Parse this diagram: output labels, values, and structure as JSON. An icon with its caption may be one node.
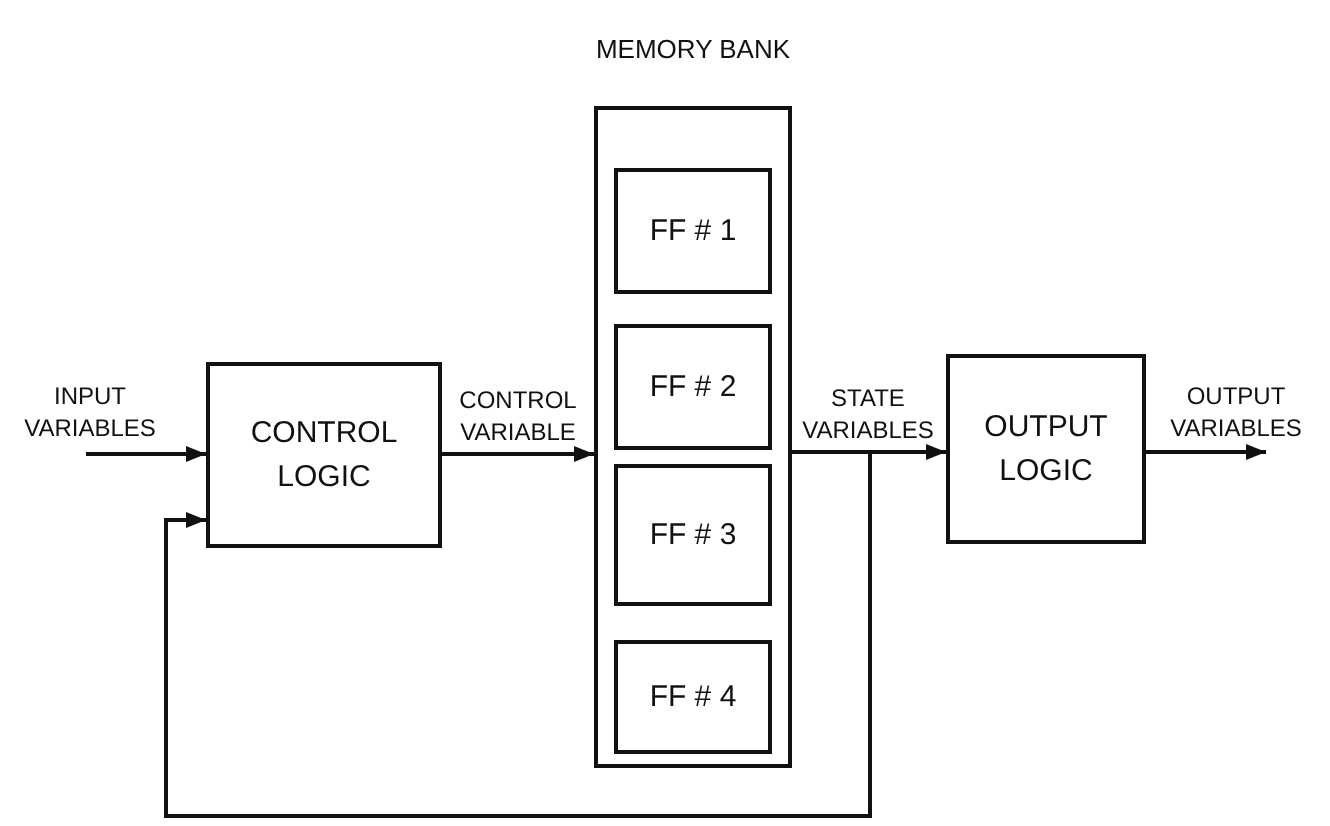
{
  "diagram": {
    "nodes": [
      {
        "text": [
          "CONTROL LOGIC"
        ]
      },
      {
        "text": [
          "MEMORY BANK"
        ]
      },
      {
        "text": [
          "FF # 1"
        ],
        "in": 1
      },
      {
        "text": [
          "FF # 2"
        ],
        "in": 1
      },
      {
        "text": [
          "FF # 3"
        ],
        "in": 1
      },
      {
        "text": [
          "FF # 4"
        ],
        "in": 1
      },
      {
        "text": [
          "OUTPUT LOGIC"
        ]
      }
    ],
    "edges": [
      {
        "from": null,
        "to": 0,
        "arrow": "to",
        "label": "INPUT VARIABLES"
      },
      {
        "from": 0,
        "to": 1,
        "arrow": "to",
        "label": "CONTROL VARIABLE"
      },
      {
        "from": 1,
        "to": 6,
        "arrow": "to",
        "label": "STATE VARIABLES"
      },
      {
        "from": 6,
        "to": null,
        "arrow": "to",
        "label": "OUTPUT VARIABLES"
      },
      {
        "from": 1,
        "to": 0,
        "arrow": "to"
      }
    ]
  }
}
